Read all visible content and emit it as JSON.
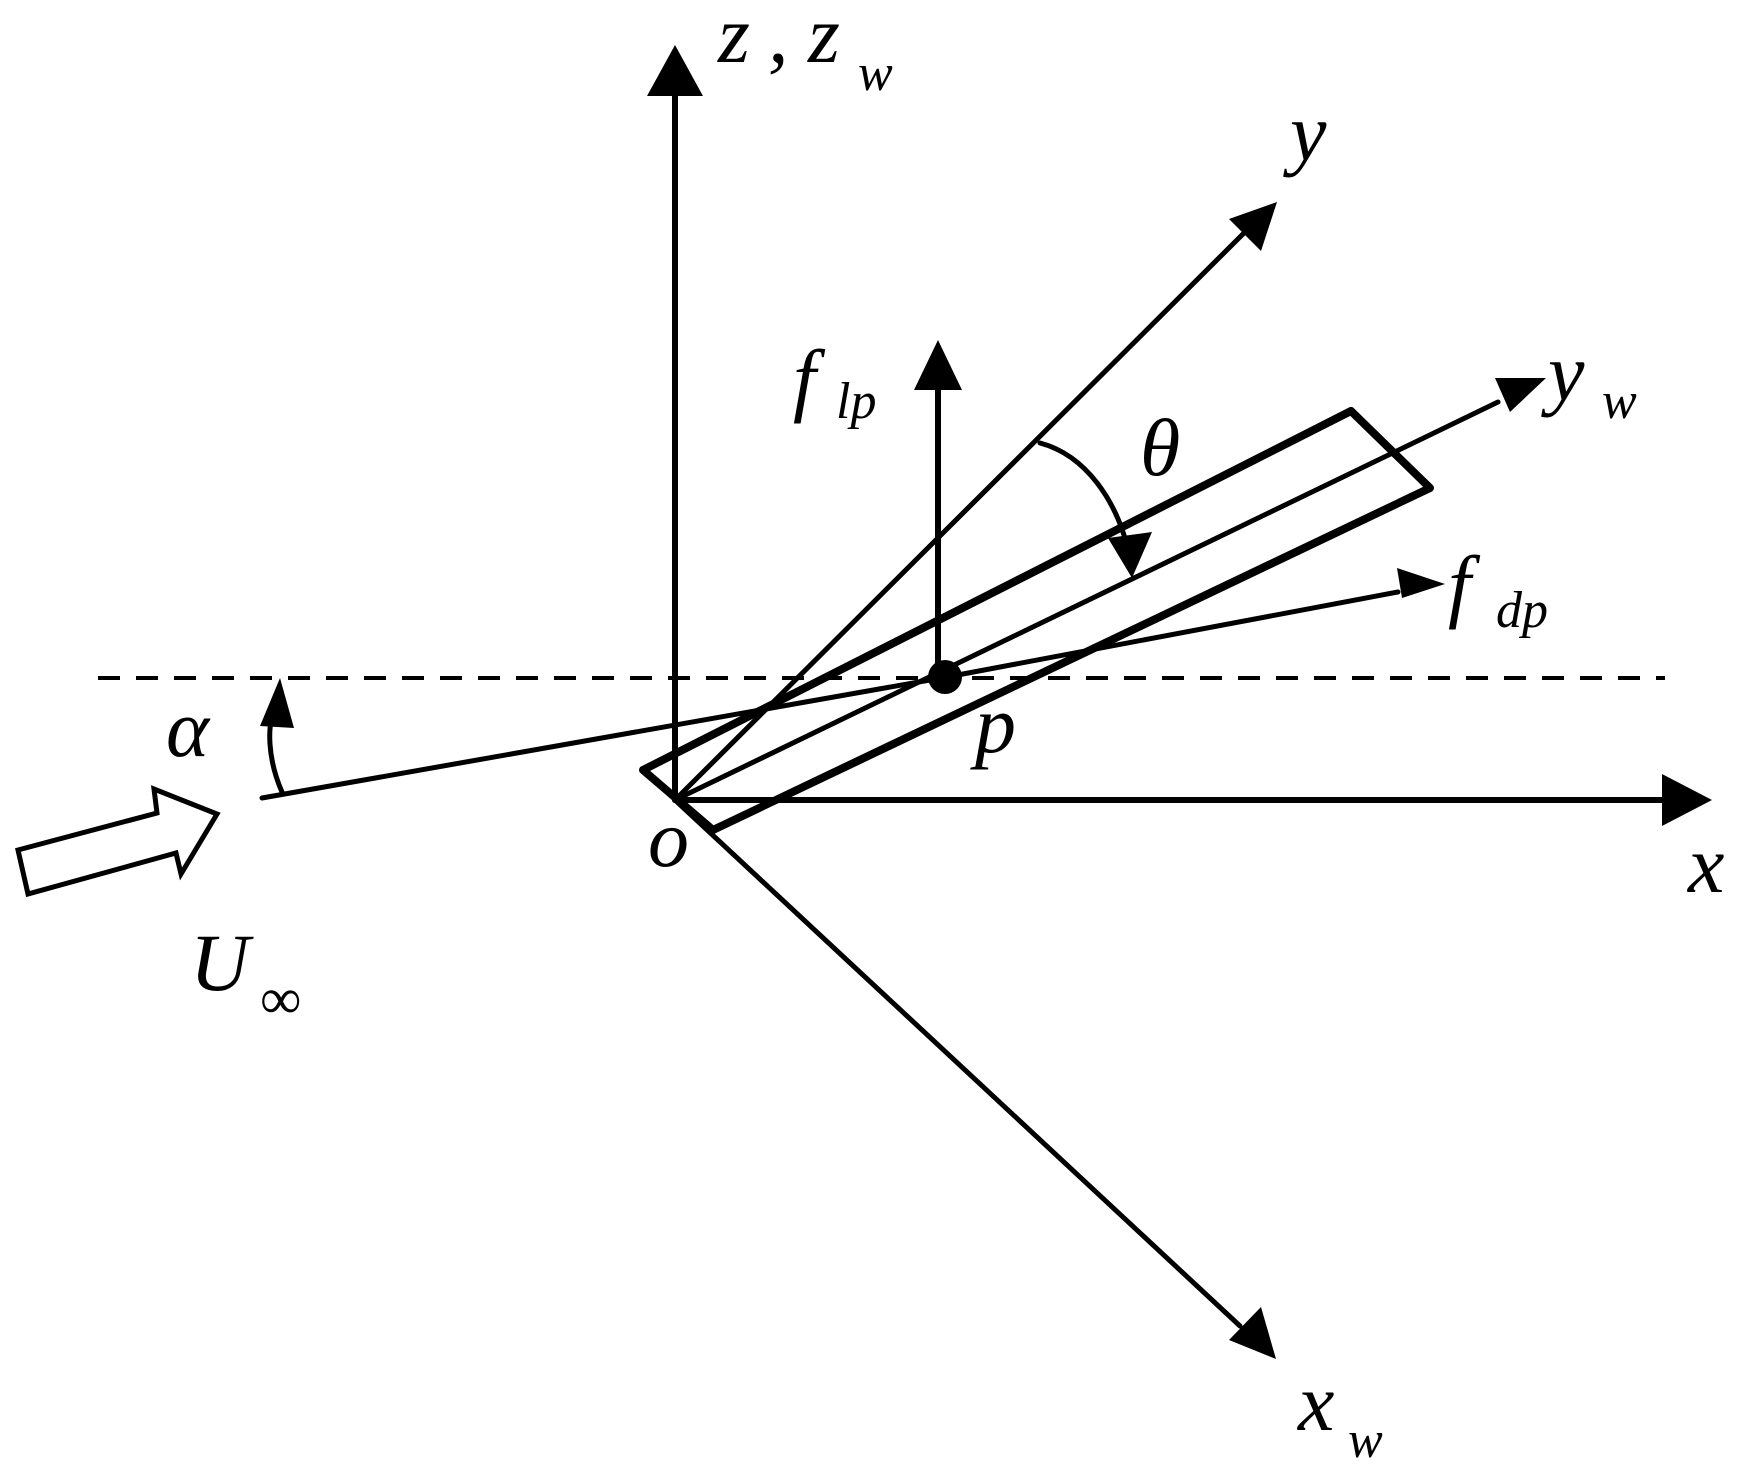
{
  "labels": {
    "z_axis": "z",
    "z_sep": ",",
    "zw_axis": "z",
    "zw_sub": "w",
    "y_axis": "y",
    "yw_axis": "y",
    "yw_sub": "w",
    "x_axis": "x",
    "xw_axis": "x",
    "xw_sub": "w",
    "origin": "o",
    "point": "p",
    "lift_force": "f",
    "lift_sub": "lp",
    "drag_force": "f",
    "drag_sub": "dp",
    "theta": "θ",
    "alpha": "α",
    "freestream": "U",
    "freestream_sub": "∞"
  }
}
